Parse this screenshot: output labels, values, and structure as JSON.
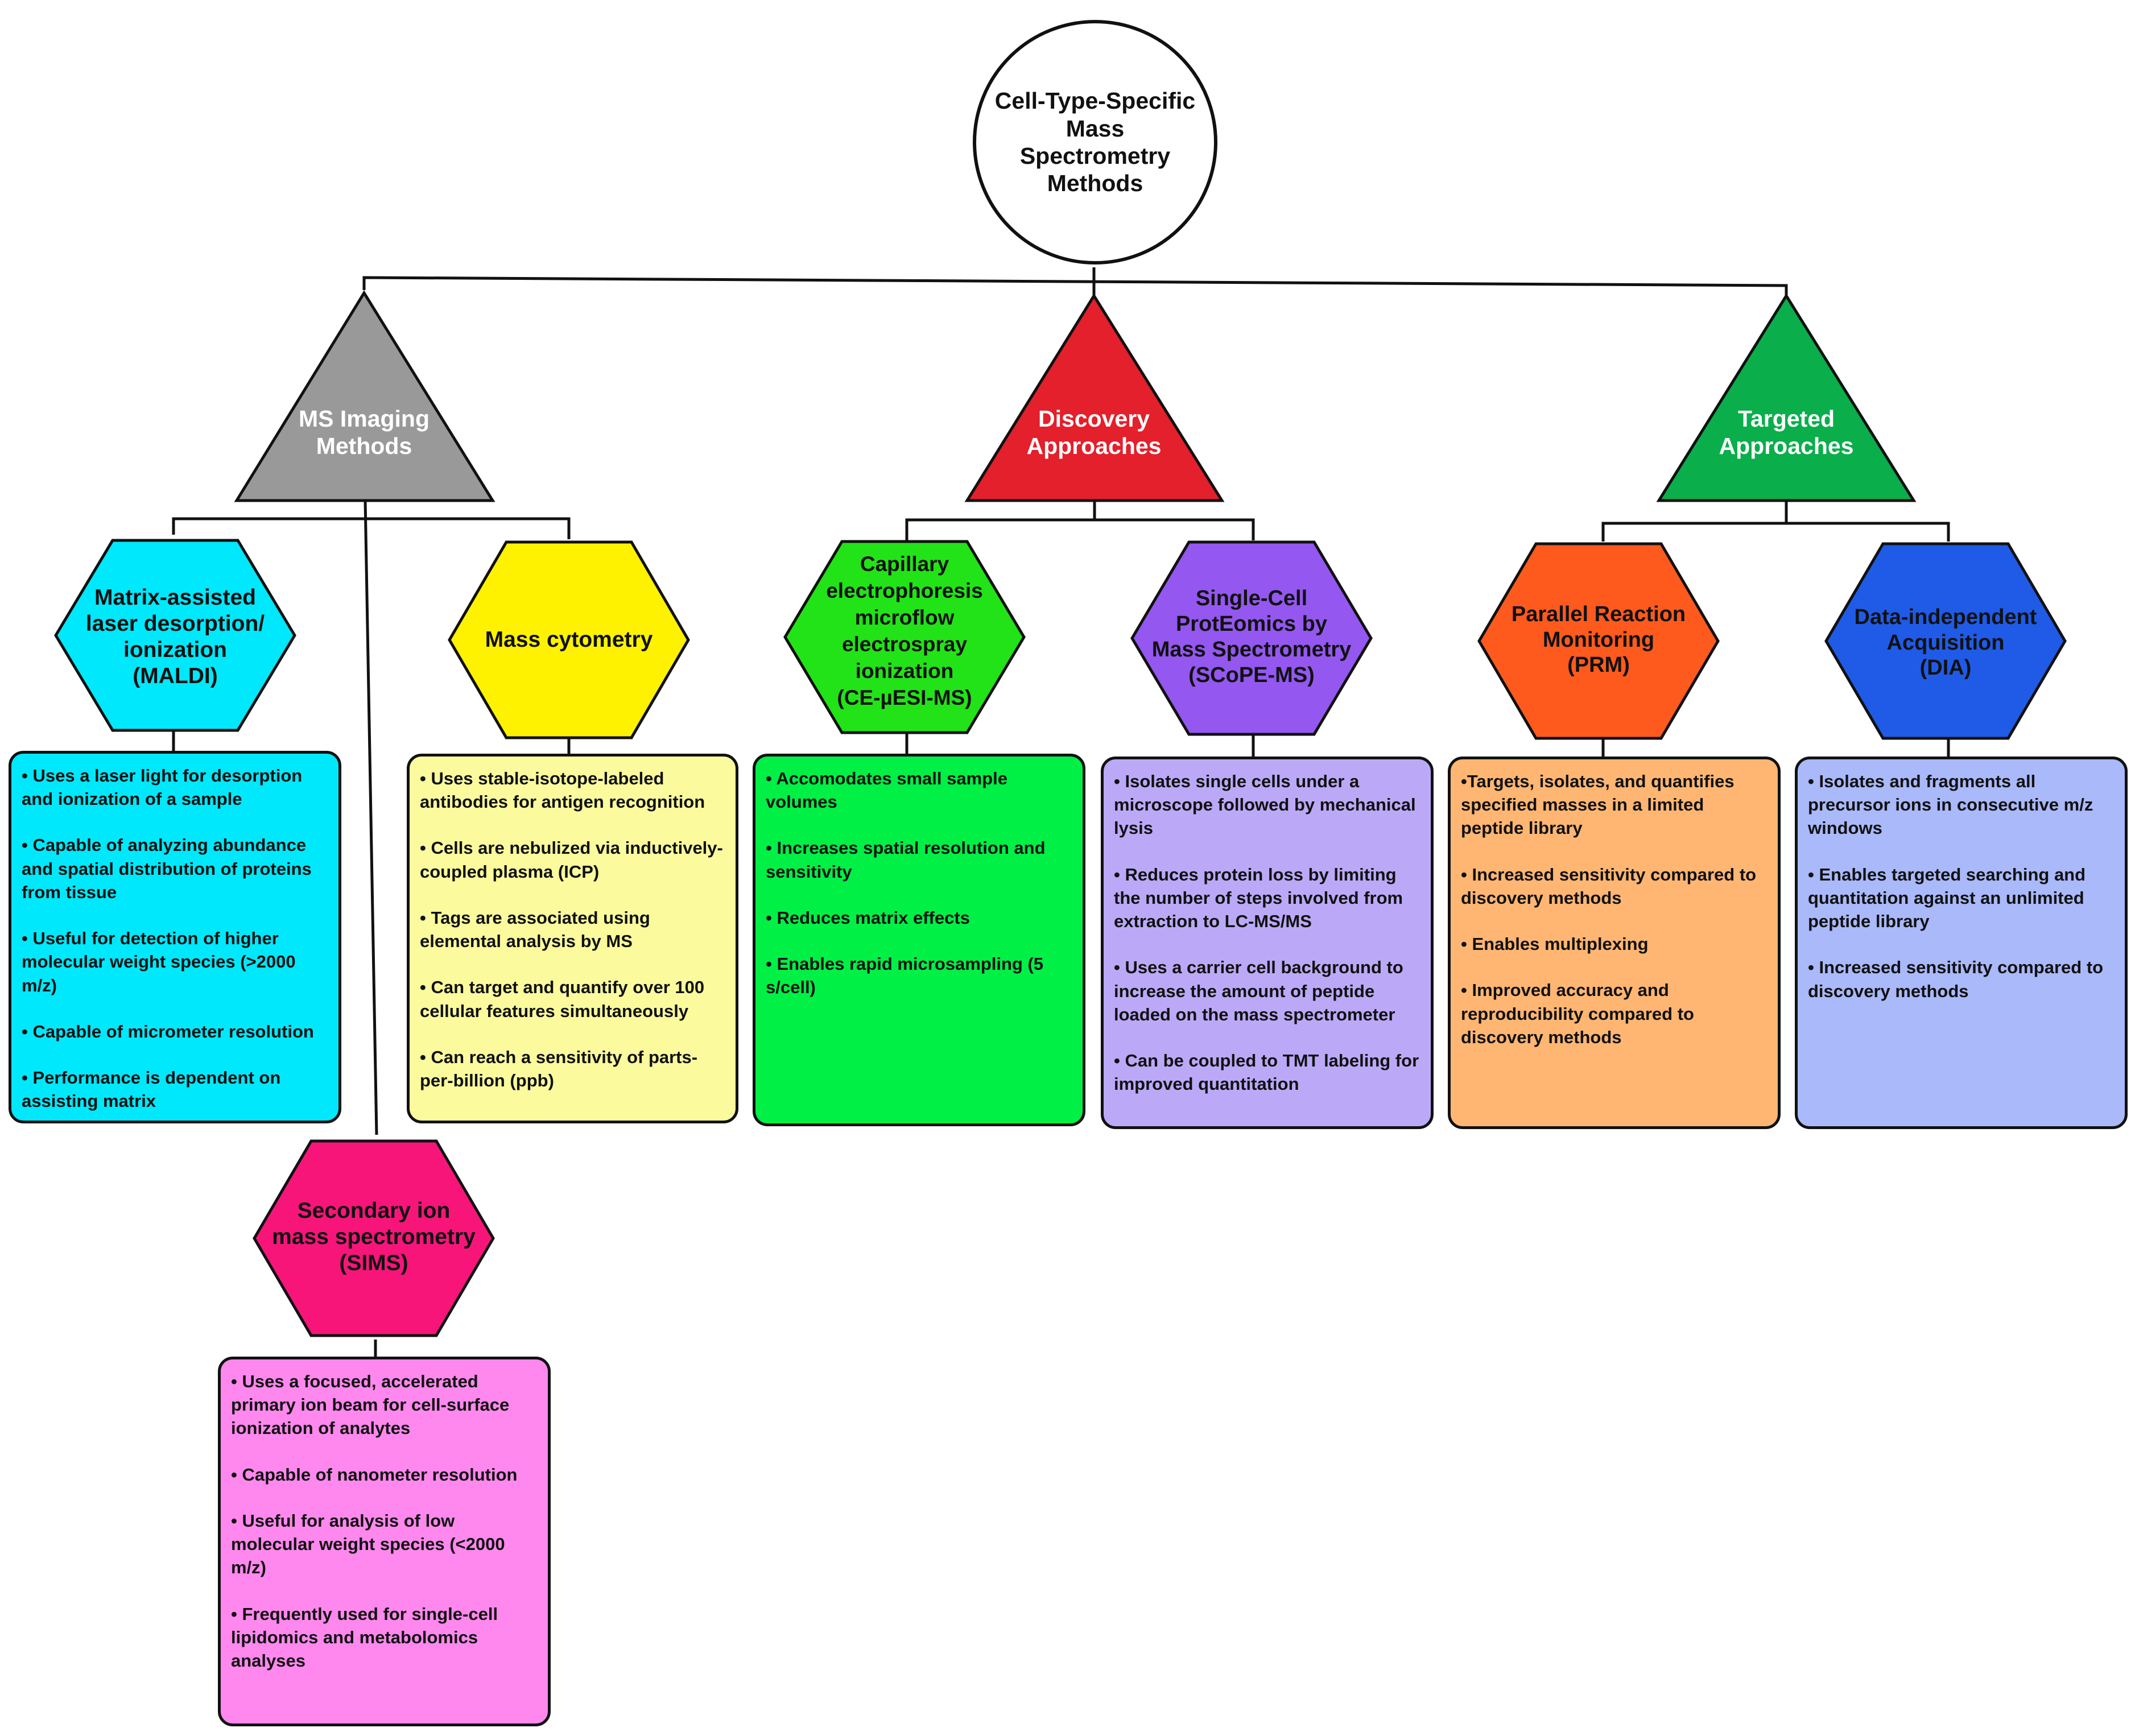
{
  "root": {
    "title": "Cell-Type-Specific Mass Spectrometry Methods",
    "lines": [
      "Cell-Type-Specific",
      "Mass Spectrometry",
      "Methods"
    ]
  },
  "categories": [
    {
      "id": "ms-imaging",
      "lines": [
        "MS Imaging",
        "Methods"
      ],
      "color": "#999999",
      "text_color": "#ffffff"
    },
    {
      "id": "discovery",
      "lines": [
        "Discovery",
        "Approaches"
      ],
      "color": "#e3202b",
      "text_color": "#ffffff"
    },
    {
      "id": "targeted",
      "lines": [
        "Targeted",
        "Approaches"
      ],
      "color": "#0aae4b",
      "text_color": "#ffffff"
    }
  ],
  "methods": [
    {
      "id": "maldi",
      "category": "ms-imaging",
      "lines": [
        "Matrix-assisted",
        "laser desorption/",
        "ionization",
        "(MALDI)"
      ],
      "hex_color": "#00e8fb",
      "box_color": "#00e8fb",
      "bullets": [
        "• Uses a laser light for desorption and ionization of a sample",
        "• Capable of analyzing abundance and spatial distribution of proteins from tissue",
        "• Useful for detection of higher molecular weight species (>2000 m/z)",
        "• Capable of micrometer resolution",
        "• Performance is dependent on assisting matrix"
      ]
    },
    {
      "id": "mass-cytometry",
      "category": "ms-imaging",
      "lines": [
        "Mass cytometry"
      ],
      "hex_color": "#fff200",
      "box_color": "#fbfb9e",
      "bullets": [
        "• Uses stable-isotope-labeled antibodies for antigen recognition",
        "• Cells are nebulized via inductively-coupled plasma (ICP)",
        "• Tags are associated using elemental analysis by MS",
        "• Can target and quantify over 100 cellular features simultaneously",
        "• Can reach a sensitivity of parts-per-billion (ppb)"
      ]
    },
    {
      "id": "sims",
      "category": "ms-imaging",
      "lines": [
        "Secondary ion",
        "mass spectrometry",
        "(SIMS)"
      ],
      "hex_color": "#f7157a",
      "box_color": "#ff88ee",
      "bullets": [
        "• Uses a focused, accelerated primary ion beam for cell-surface ionization of analytes",
        "• Capable of nanometer resolution",
        "• Useful for analysis of low molecular weight species (<2000 m/z)",
        "• Frequently used for single-cell lipidomics and metabolomics analyses"
      ]
    },
    {
      "id": "ce-mesi",
      "category": "discovery",
      "lines": [
        "Capillary",
        "electrophoresis",
        "microflow",
        "electrospray",
        "ionization",
        "(CE-µESI-MS)"
      ],
      "hex_color": "#22e318",
      "box_color": "#00f046",
      "bullets": [
        "• Accomodates small sample volumes",
        "• Increases spatial resolution and sensitivity",
        "• Reduces matrix effects",
        "• Enables rapid microsampling (5 s/cell)"
      ]
    },
    {
      "id": "scope-ms",
      "category": "discovery",
      "lines": [
        "Single-Cell",
        "ProtEomics by",
        "Mass Spectrometry",
        "(SCoPE-MS)"
      ],
      "hex_color": "#9457f0",
      "box_color": "#bba9f8",
      "bullets": [
        "• Isolates single cells under a microscope followed by mechanical lysis",
        "• Reduces protein loss by limiting the number of steps involved from extraction to LC-MS/MS",
        "• Uses a carrier cell background to increase the amount of peptide loaded on the mass spectrometer",
        "• Can be coupled to TMT labeling for improved quantitation"
      ]
    },
    {
      "id": "prm",
      "category": "targeted",
      "lines": [
        "Parallel Reaction",
        "Monitoring",
        "(PRM)"
      ],
      "hex_color": "#ff5a1e",
      "box_color": "#ffb673",
      "bullets": [
        "•Targets, isolates, and quantifies specified masses in a limited peptide library",
        "• Increased sensitivity compared to discovery methods",
        "• Enables multiplexing",
        "• Improved accuracy and reproducibility compared to discovery methods"
      ]
    },
    {
      "id": "dia",
      "category": "targeted",
      "lines": [
        "Data-independent",
        "Acquisition",
        "(DIA)"
      ],
      "hex_color": "#1f5be6",
      "box_color": "#a9b9fa",
      "bullets": [
        "• Isolates and fragments all precursor ions in consecutive m/z windows",
        "• Enables targeted searching and quantitation against an unlimited peptide library",
        "• Increased sensitivity compared to discovery methods"
      ]
    }
  ]
}
